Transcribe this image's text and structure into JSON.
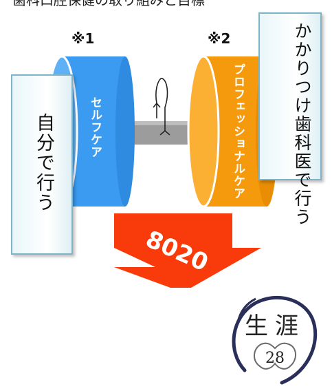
{
  "header": {
    "title": "歯科口腔保健の取り組みと目標"
  },
  "notes": {
    "note1": "※1",
    "note2": "※2"
  },
  "left_panel": {
    "text": "自分で行う"
  },
  "right_panel": {
    "text": "かかりつけ歯科医で行う"
  },
  "self_care": {
    "label": "セルフケア",
    "color": "#3a9bf0"
  },
  "pro_care": {
    "label": "プロフェッショナルケア",
    "color": "#f59a0c"
  },
  "arrow": {
    "label": "8020",
    "color": "#f93a0a"
  },
  "seal": {
    "char1": "生",
    "char2": "涯",
    "number": "28"
  }
}
